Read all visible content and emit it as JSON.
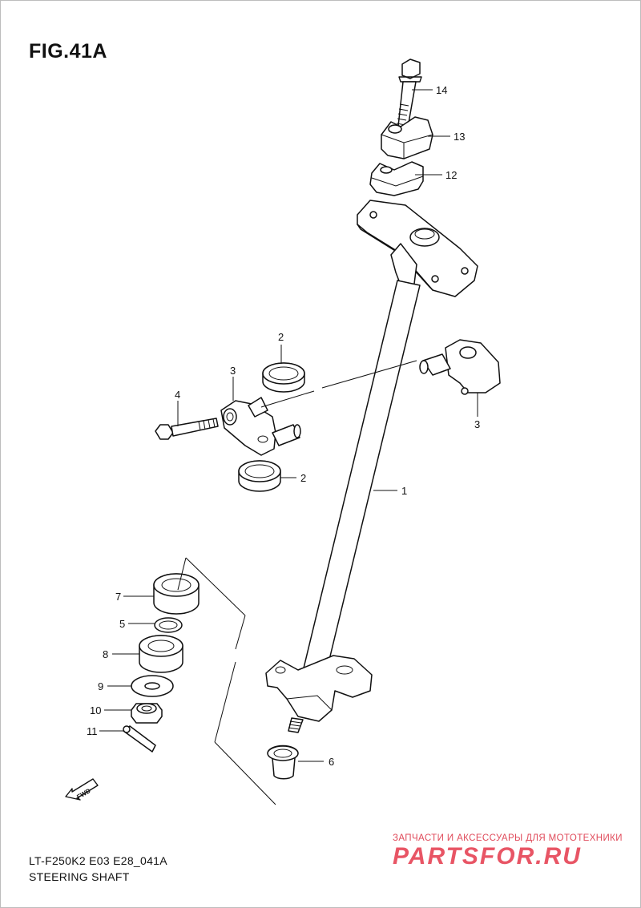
{
  "figure": {
    "title": "FIG.41A",
    "model_code": "LT-F250K2 E03 E28_041A",
    "name": "STEERING SHAFT"
  },
  "callouts": [
    "14",
    "13",
    "12",
    "2",
    "3",
    "4",
    "3",
    "2",
    "1",
    "7",
    "5",
    "8",
    "9",
    "10",
    "11",
    "6"
  ],
  "fwd_label": "FWD",
  "watermark": {
    "tagline": "ЗАПЧАСТИ И АКСЕССУАРЫ ДЛЯ МОТОТЕХНИКИ",
    "logo": "PARTSFOR.RU"
  }
}
